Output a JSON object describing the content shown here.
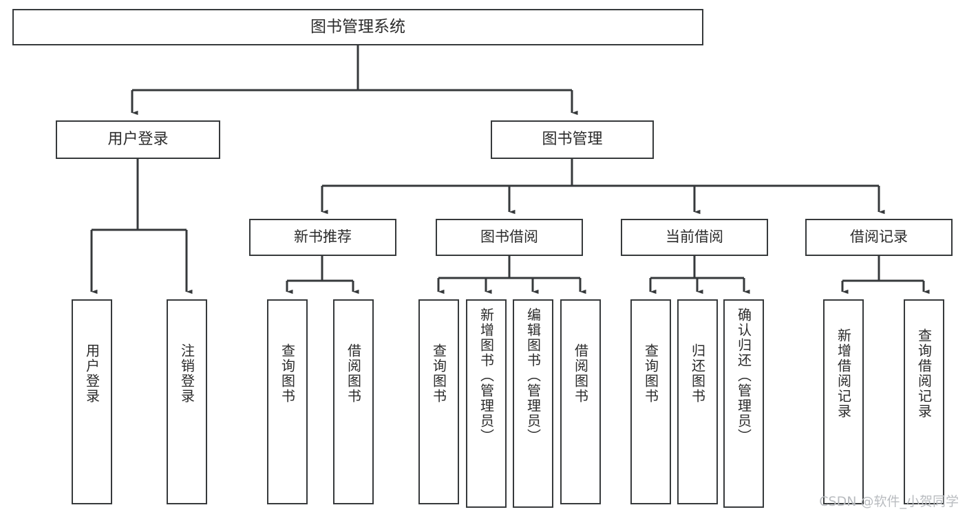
{
  "diagram": {
    "title": "图书管理系统",
    "type": "hierarchy-tree",
    "stroke_color": "#36393b",
    "text_color": "#2b2b2b",
    "background": "#ffffff",
    "root": {
      "label": "图书管理系统"
    },
    "level1": [
      {
        "label": "用户登录"
      },
      {
        "label": "图书管理"
      }
    ],
    "level2": [
      {
        "label": "新书推荐"
      },
      {
        "label": "图书借阅"
      },
      {
        "label": "当前借阅"
      },
      {
        "label": "借阅记录"
      }
    ],
    "leaves": {
      "user_login": [
        {
          "label": "用户登录"
        },
        {
          "label": "注销登录"
        }
      ],
      "new_book": [
        {
          "label": "查询图书"
        },
        {
          "label": "借阅图书"
        }
      ],
      "book_borrow": [
        {
          "label": "查询图书"
        },
        {
          "label": "新增图书（管理员）"
        },
        {
          "label": "编辑图书（管理员）"
        },
        {
          "label": "借阅图书"
        }
      ],
      "current_borrow": [
        {
          "label": "查询图书"
        },
        {
          "label": "归还图书"
        },
        {
          "label": "确认归还（管理员）"
        }
      ],
      "borrow_record": [
        {
          "label": "新增借阅记录"
        },
        {
          "label": "查询借阅记录"
        }
      ]
    }
  },
  "watermark": {
    "text": "CSDN @软件_小贺同学"
  }
}
